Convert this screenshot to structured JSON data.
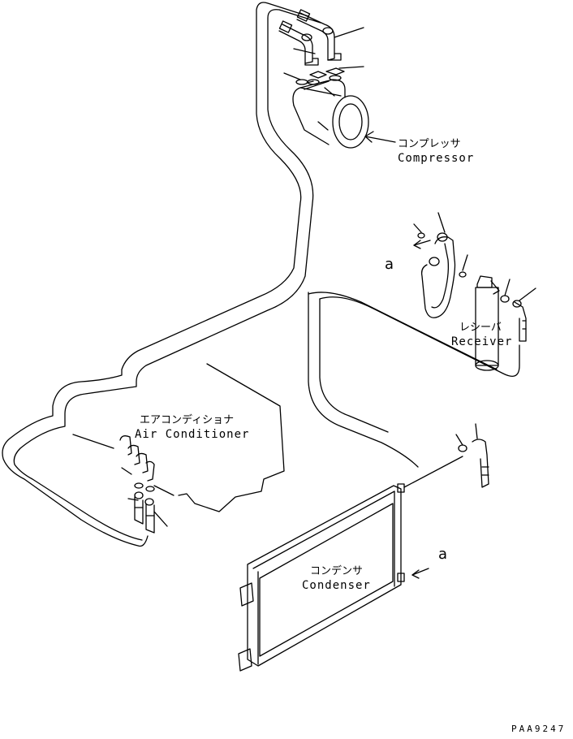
{
  "labels": {
    "compressor_jp": "コンプレッサ",
    "compressor_en": "Compressor",
    "receiver_jp": "レシーバ",
    "receiver_en": "Receiver",
    "aircon_jp": "エアコンディショナ",
    "aircon_en": "Air Conditioner",
    "condenser_jp": "コンデンサ",
    "condenser_en": "Condenser",
    "ref_a_top": "a",
    "ref_a_bottom": "a",
    "drawing_code": "PAA9247"
  }
}
